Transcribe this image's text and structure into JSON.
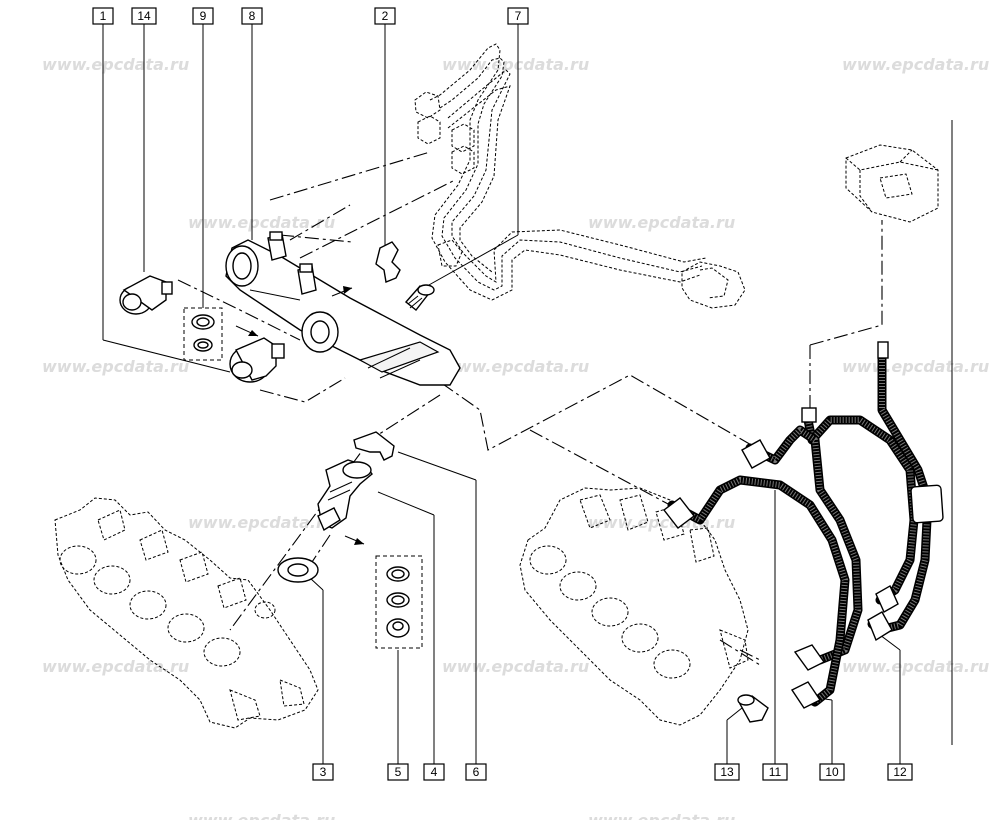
{
  "watermark": "www.epcdata.ru",
  "labels": [
    {
      "id": "1",
      "text": "1"
    },
    {
      "id": "14",
      "text": "14"
    },
    {
      "id": "9",
      "text": "9"
    },
    {
      "id": "8",
      "text": "8"
    },
    {
      "id": "2",
      "text": "2"
    },
    {
      "id": "7",
      "text": "7"
    },
    {
      "id": "3",
      "text": "3"
    },
    {
      "id": "5",
      "text": "5"
    },
    {
      "id": "4",
      "text": "4"
    },
    {
      "id": "6",
      "text": "6"
    },
    {
      "id": "13",
      "text": "13"
    },
    {
      "id": "11",
      "text": "11"
    },
    {
      "id": "10",
      "text": "10"
    },
    {
      "id": "12",
      "text": "12"
    }
  ]
}
